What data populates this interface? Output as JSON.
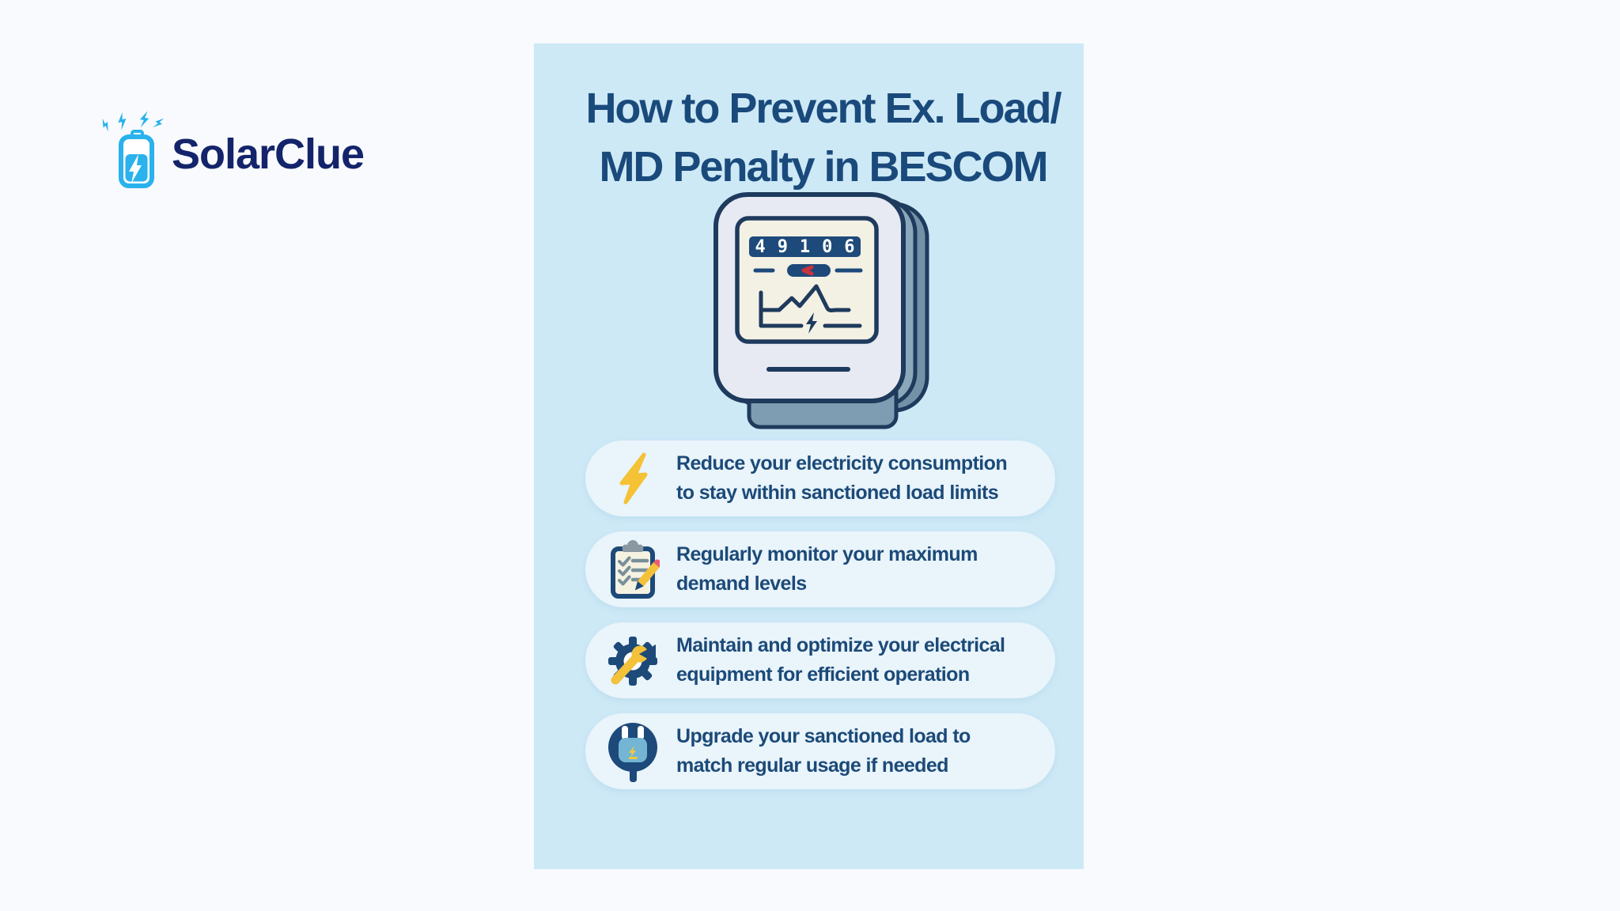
{
  "logo": {
    "brand": "SolarClue"
  },
  "panel": {
    "title": {
      "line1": "How to Prevent Ex. Load/",
      "line2": "MD Penalty in BESCOM"
    },
    "meter": {
      "reading": "49106"
    },
    "tips": [
      {
        "icon": "lightning-bolt",
        "line1": "Reduce your electricity consumption",
        "line2": "to stay within sanctioned load limits"
      },
      {
        "icon": "clipboard-checklist",
        "line1": "Regularly monitor your maximum",
        "line2": "demand levels"
      },
      {
        "icon": "gear-wrench",
        "line1": "Maintain and optimize your electrical",
        "line2": "equipment for efficient operation"
      },
      {
        "icon": "power-plug",
        "line1": "Upgrade your sanctioned load to",
        "line2": "match regular usage if needed"
      }
    ]
  },
  "colors": {
    "page_bg": "#f8fafd",
    "panel_bg": "#cde9f6",
    "card_bg": "#e9f4fb",
    "heading_navy": "#1a4a7c",
    "text_navy": "#1c4a78",
    "logo_navy": "#14246b",
    "logo_cyan": "#29b2ec",
    "accent_yellow": "#f5c236",
    "accent_red": "#d0343c",
    "meter_outline": "#1e3a5c",
    "meter_body": "#e7eaf2",
    "meter_back_slate": "#7392a7",
    "meter_screen_cream": "#f3f0e4",
    "display_navy": "#1d4a7a",
    "plug_light_blue": "#74b5d4",
    "clip_gray": "#8a98a2"
  }
}
